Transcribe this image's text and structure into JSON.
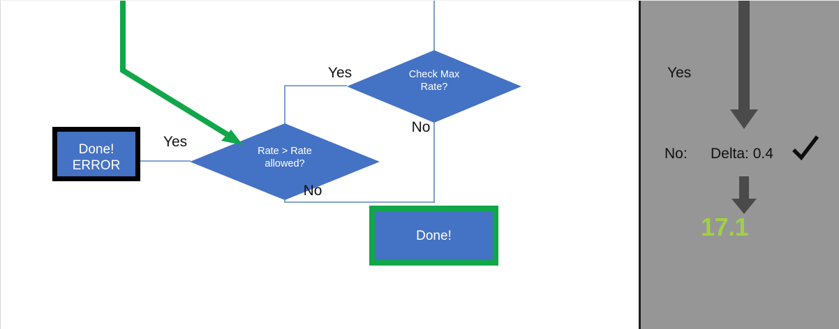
{
  "colors": {
    "shape_fill": "#4472C4",
    "connector": "#5B84C4",
    "highlight_green": "#11A64A",
    "error_border": "#000000",
    "overlay_background": "#969696",
    "overlay_arrow": "#4A4A4A",
    "result_value": "#A2D045",
    "text_on_shape": "#FFFFFF",
    "text_dark": "#111111"
  },
  "flowchart": {
    "nodes": [
      {
        "id": "check-max-rate",
        "type": "decision",
        "label": "Check Max\nRate?"
      },
      {
        "id": "rate-gt-allowed",
        "type": "decision",
        "label": "Rate > Rate\nallowed?"
      },
      {
        "id": "done-error",
        "type": "terminator",
        "label": "Done!\nERROR",
        "border_style": "thick-black"
      },
      {
        "id": "done",
        "type": "terminator",
        "label": "Done!",
        "border_style": "thick-green"
      }
    ],
    "edge_labels": {
      "yes_to_check_max": "Yes",
      "no_from_check_max": "No",
      "yes_to_done_error": "Yes",
      "no_from_rate_gt": "No"
    }
  },
  "overlay": {
    "branch_yes_label": "Yes",
    "branch_no_label": "No:",
    "delta_label": "Delta: 0.4",
    "confirm_icon": "check-mark-icon",
    "result_value": "17.1"
  }
}
